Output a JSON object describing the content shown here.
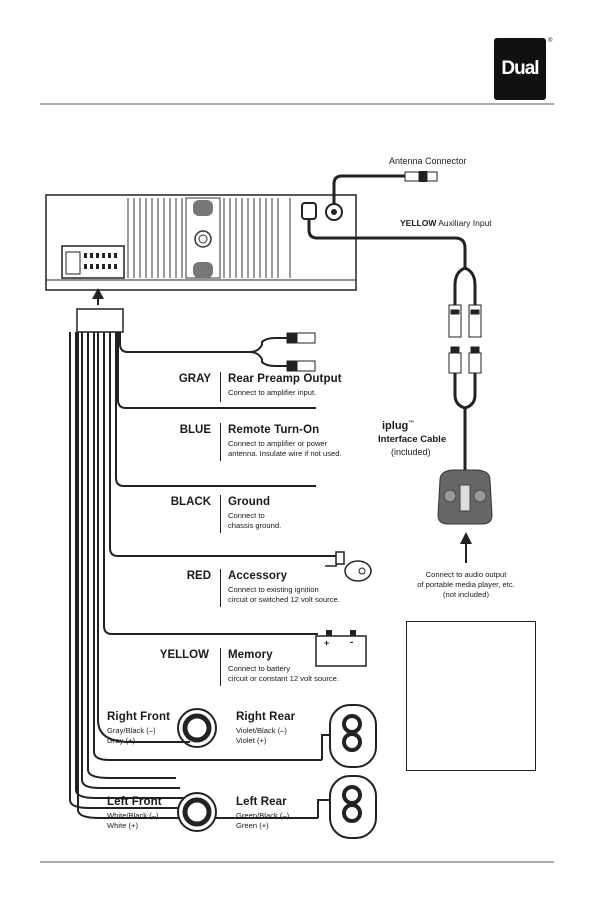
{
  "brand": {
    "logo_text": "Dual",
    "registered_mark": "®"
  },
  "antenna": {
    "label": "Antenna Connector"
  },
  "aux_input": {
    "color_word": "YELLOW",
    "label": "Auxiliary Input"
  },
  "iplug": {
    "brand": "iplug",
    "trademark": "™",
    "title": "Interface Cable",
    "note": "(included)",
    "connect_lines": [
      "Connect to audio output",
      "of portable media player, etc.",
      "(not included)"
    ]
  },
  "wires": [
    {
      "color": "GRAY",
      "title": "Rear Preamp Output",
      "lines": [
        "Connect to amplifier input."
      ]
    },
    {
      "color": "BLUE",
      "title": "Remote Turn-On",
      "lines": [
        "Connect to amplifier or power",
        "antenna. Insulate wire if not used."
      ]
    },
    {
      "color": "BLACK",
      "title": "Ground",
      "lines": [
        "Connect to",
        "chassis ground."
      ]
    },
    {
      "color": "RED",
      "title": "Accessory",
      "lines": [
        "Connect to existing ignition",
        "circuit or switched 12 volt source."
      ]
    },
    {
      "color": "YELLOW",
      "title": "Memory",
      "lines": [
        "Connect to battery",
        "circuit or constant 12 volt source."
      ]
    }
  ],
  "battery": {
    "plus": "+",
    "minus": "-"
  },
  "speakers": [
    {
      "title": "Right Front",
      "neg": "Gray/Black (–)",
      "pos": "Gray (+)"
    },
    {
      "title": "Right Rear",
      "neg": "Violet/Black (–)",
      "pos": "Violet (+)"
    },
    {
      "title": "Left Front",
      "neg": "White/Black (–)",
      "pos": "White (+)"
    },
    {
      "title": "Left Rear",
      "neg": "Green/Black (–)",
      "pos": "Green (+)"
    }
  ]
}
